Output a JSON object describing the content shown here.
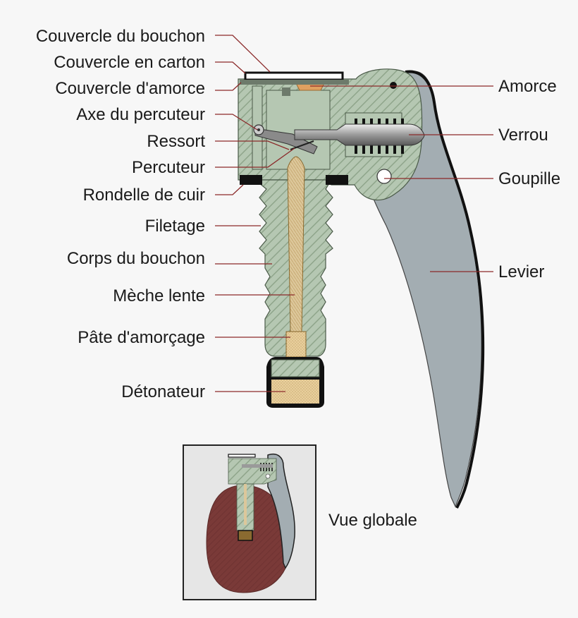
{
  "labels_left": {
    "couvercle_bouchon": "Couvercle du bouchon",
    "couvercle_carton": "Couvercle en carton",
    "couvercle_amorce": "Couvercle d'amorce",
    "axe_percuteur": "Axe du percuteur",
    "ressort": "Ressort",
    "percuteur": "Percuteur",
    "rondelle": "Rondelle de cuir",
    "filetage": "Filetage",
    "corps": "Corps du bouchon",
    "meche": "Mèche lente",
    "pate": "Pâte d'amorçage",
    "detonateur": "Détonateur"
  },
  "labels_right": {
    "amorce": "Amorce",
    "verrou": "Verrou",
    "goupille": "Goupille",
    "levier": "Levier"
  },
  "inset": {
    "caption": "Vue globale"
  },
  "colors": {
    "body_green": "#b5c7b2",
    "hatch_green": "#8fa58b",
    "lever_grey": "#a3adb2",
    "fuse_tan": "#dcc79a",
    "detonator_tan": "#e8cf9c",
    "grenade_red": "#7a3a38",
    "leader_line": "#8b2a2a",
    "amorce_orange": "#e0a060"
  }
}
